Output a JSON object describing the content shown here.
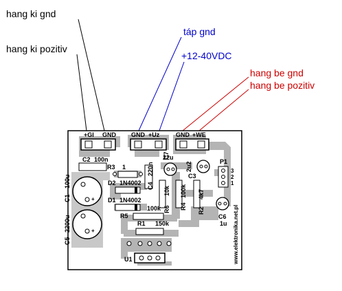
{
  "annotations": {
    "out_gnd": {
      "text": "hang ki gnd",
      "color": "#000000"
    },
    "out_pos": {
      "text": "hang ki pozitiv",
      "color": "#000000"
    },
    "supply_gnd": {
      "text": "táp gnd",
      "color": "#0000cc"
    },
    "supply_pos": {
      "text": "+12-40VDC",
      "color": "#0000cc"
    },
    "in_gnd": {
      "text": "hang be gnd",
      "color": "#cc0000"
    },
    "in_pos": {
      "text": "hang be pozitiv",
      "color": "#cc0000"
    }
  },
  "board": {
    "connectors": {
      "out_pos": "+GI",
      "out_gnd": "GND",
      "pwr_gnd": "GND",
      "pwr_pos": "+Uz",
      "in_gnd": "GND",
      "in_pos": "+WE"
    },
    "components": {
      "c2": "C2",
      "c2_val": "100n",
      "c1": "C1",
      "c1_val": "100u",
      "c5": "C5",
      "c5_val": "2200u",
      "r3": "R3",
      "r3_val": "1",
      "d2": "D2",
      "d2_val": "1N4002",
      "d1": "D1",
      "d1_val": "1N4002",
      "c4": "C4",
      "c4_val": "220n",
      "c7": "C7",
      "c7_val": "22u",
      "c3": "C3",
      "c3_val": "2u2",
      "r6": "R6",
      "r6_val": "10k",
      "r4": "R4",
      "r4_val": "100k",
      "r5": "R5",
      "r5_val": "100k",
      "r1": "R1",
      "r1_val": "150k",
      "r2": "R2",
      "r2_val": "4k7",
      "c6": "C6",
      "c6_val": "1u",
      "p1": "P1",
      "p1_pins": [
        "3",
        "2",
        "1"
      ],
      "u1": "U1",
      "plus": "+",
      "watermark": "www.elektronika.net.pl"
    }
  }
}
